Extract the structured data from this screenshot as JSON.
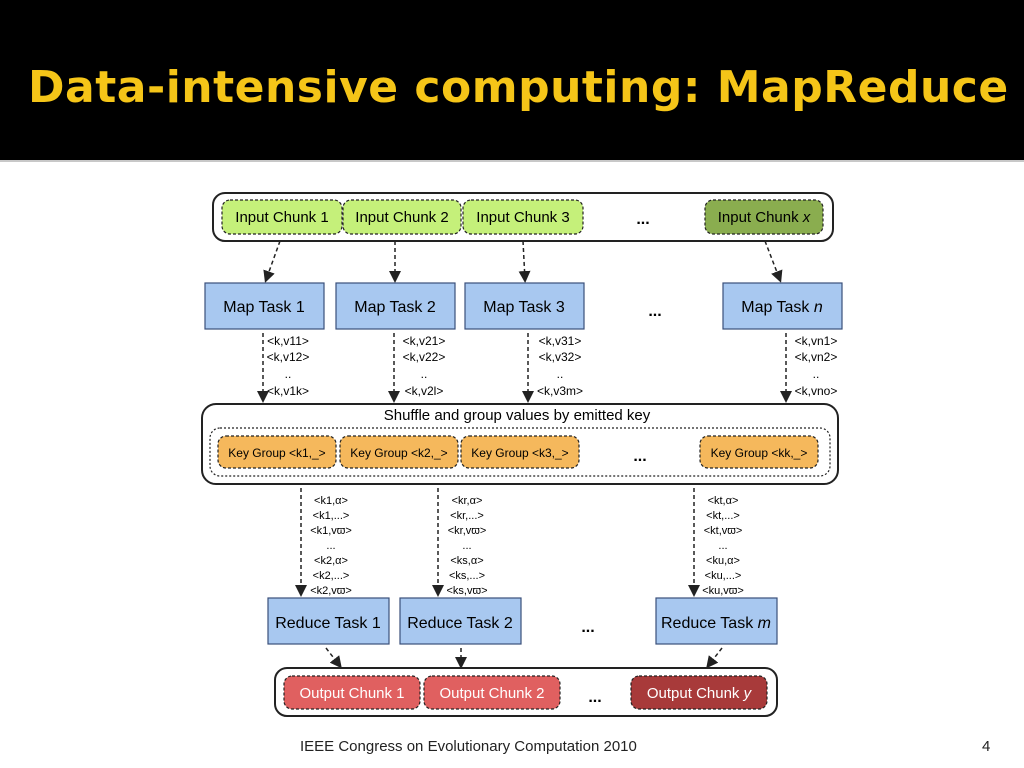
{
  "title": "Data-intensive computing: MapReduce",
  "footer": "IEEE Congress on Evolutionary Computation 2010",
  "page_number": "4",
  "input_chunks": [
    {
      "label": "Input Chunk 1",
      "var": ""
    },
    {
      "label": "Input Chunk 2",
      "var": ""
    },
    {
      "label": "Input Chunk 3",
      "var": ""
    },
    {
      "label": "Input Chunk ",
      "var": "x"
    }
  ],
  "map_tasks": [
    {
      "label": "Map Task 1",
      "var": ""
    },
    {
      "label": "Map Task 2",
      "var": ""
    },
    {
      "label": "Map Task 3",
      "var": ""
    },
    {
      "label": "Map Task ",
      "var": "n"
    }
  ],
  "map_outputs": [
    [
      "<k,v11>",
      "<k,v12>",
      "..",
      "<k,v1k>"
    ],
    [
      "<k,v21>",
      "<k,v22>",
      "..",
      "<k,v2l>"
    ],
    [
      "<k,v31>",
      "<k,v32>",
      "..",
      "<k,v3m>"
    ],
    [
      "<k,vn1>",
      "<k,vn2>",
      "..",
      "<k,vno>"
    ]
  ],
  "shuffle_label": "Shuffle and group values by emitted key",
  "key_groups": [
    "Key Group <k1,_>",
    "Key Group <k2,_>",
    "Key Group <k3,_>",
    "Key Group <kk,_>"
  ],
  "reduce_inputs": [
    [
      "<k1,α>",
      "<k1,...>",
      "<k1,vϖ>",
      "...",
      "<k2,α>",
      "<k2,...>",
      "<k2,vϖ>"
    ],
    [
      "<kr,α>",
      "<kr,...>",
      "<kr,vϖ>",
      "...",
      "<ks,α>",
      "<ks,...>",
      "<ks,vϖ>"
    ],
    [
      "<kt,α>",
      "<kt,...>",
      "<kt,vϖ>",
      "...",
      "<ku,α>",
      "<ku,...>",
      "<ku,vϖ>"
    ]
  ],
  "reduce_tasks": [
    {
      "label": "Reduce Task 1",
      "var": ""
    },
    {
      "label": "Reduce Task 2",
      "var": ""
    },
    {
      "label": "Reduce Task ",
      "var": "m"
    }
  ],
  "output_chunks": [
    {
      "label": "Output Chunk 1",
      "var": ""
    },
    {
      "label": "Output Chunk 2",
      "var": ""
    },
    {
      "label": "Output Chunk ",
      "var": "y"
    }
  ],
  "ellipsis": "...",
  "colors": {
    "title": "#f5c518",
    "input_light": "#c5f07a",
    "input_dark": "#8aad4f",
    "task": "#a8c8f0",
    "key_group": "#f5b85c",
    "output_light": "#e06060",
    "output_dark": "#a83a3a"
  }
}
